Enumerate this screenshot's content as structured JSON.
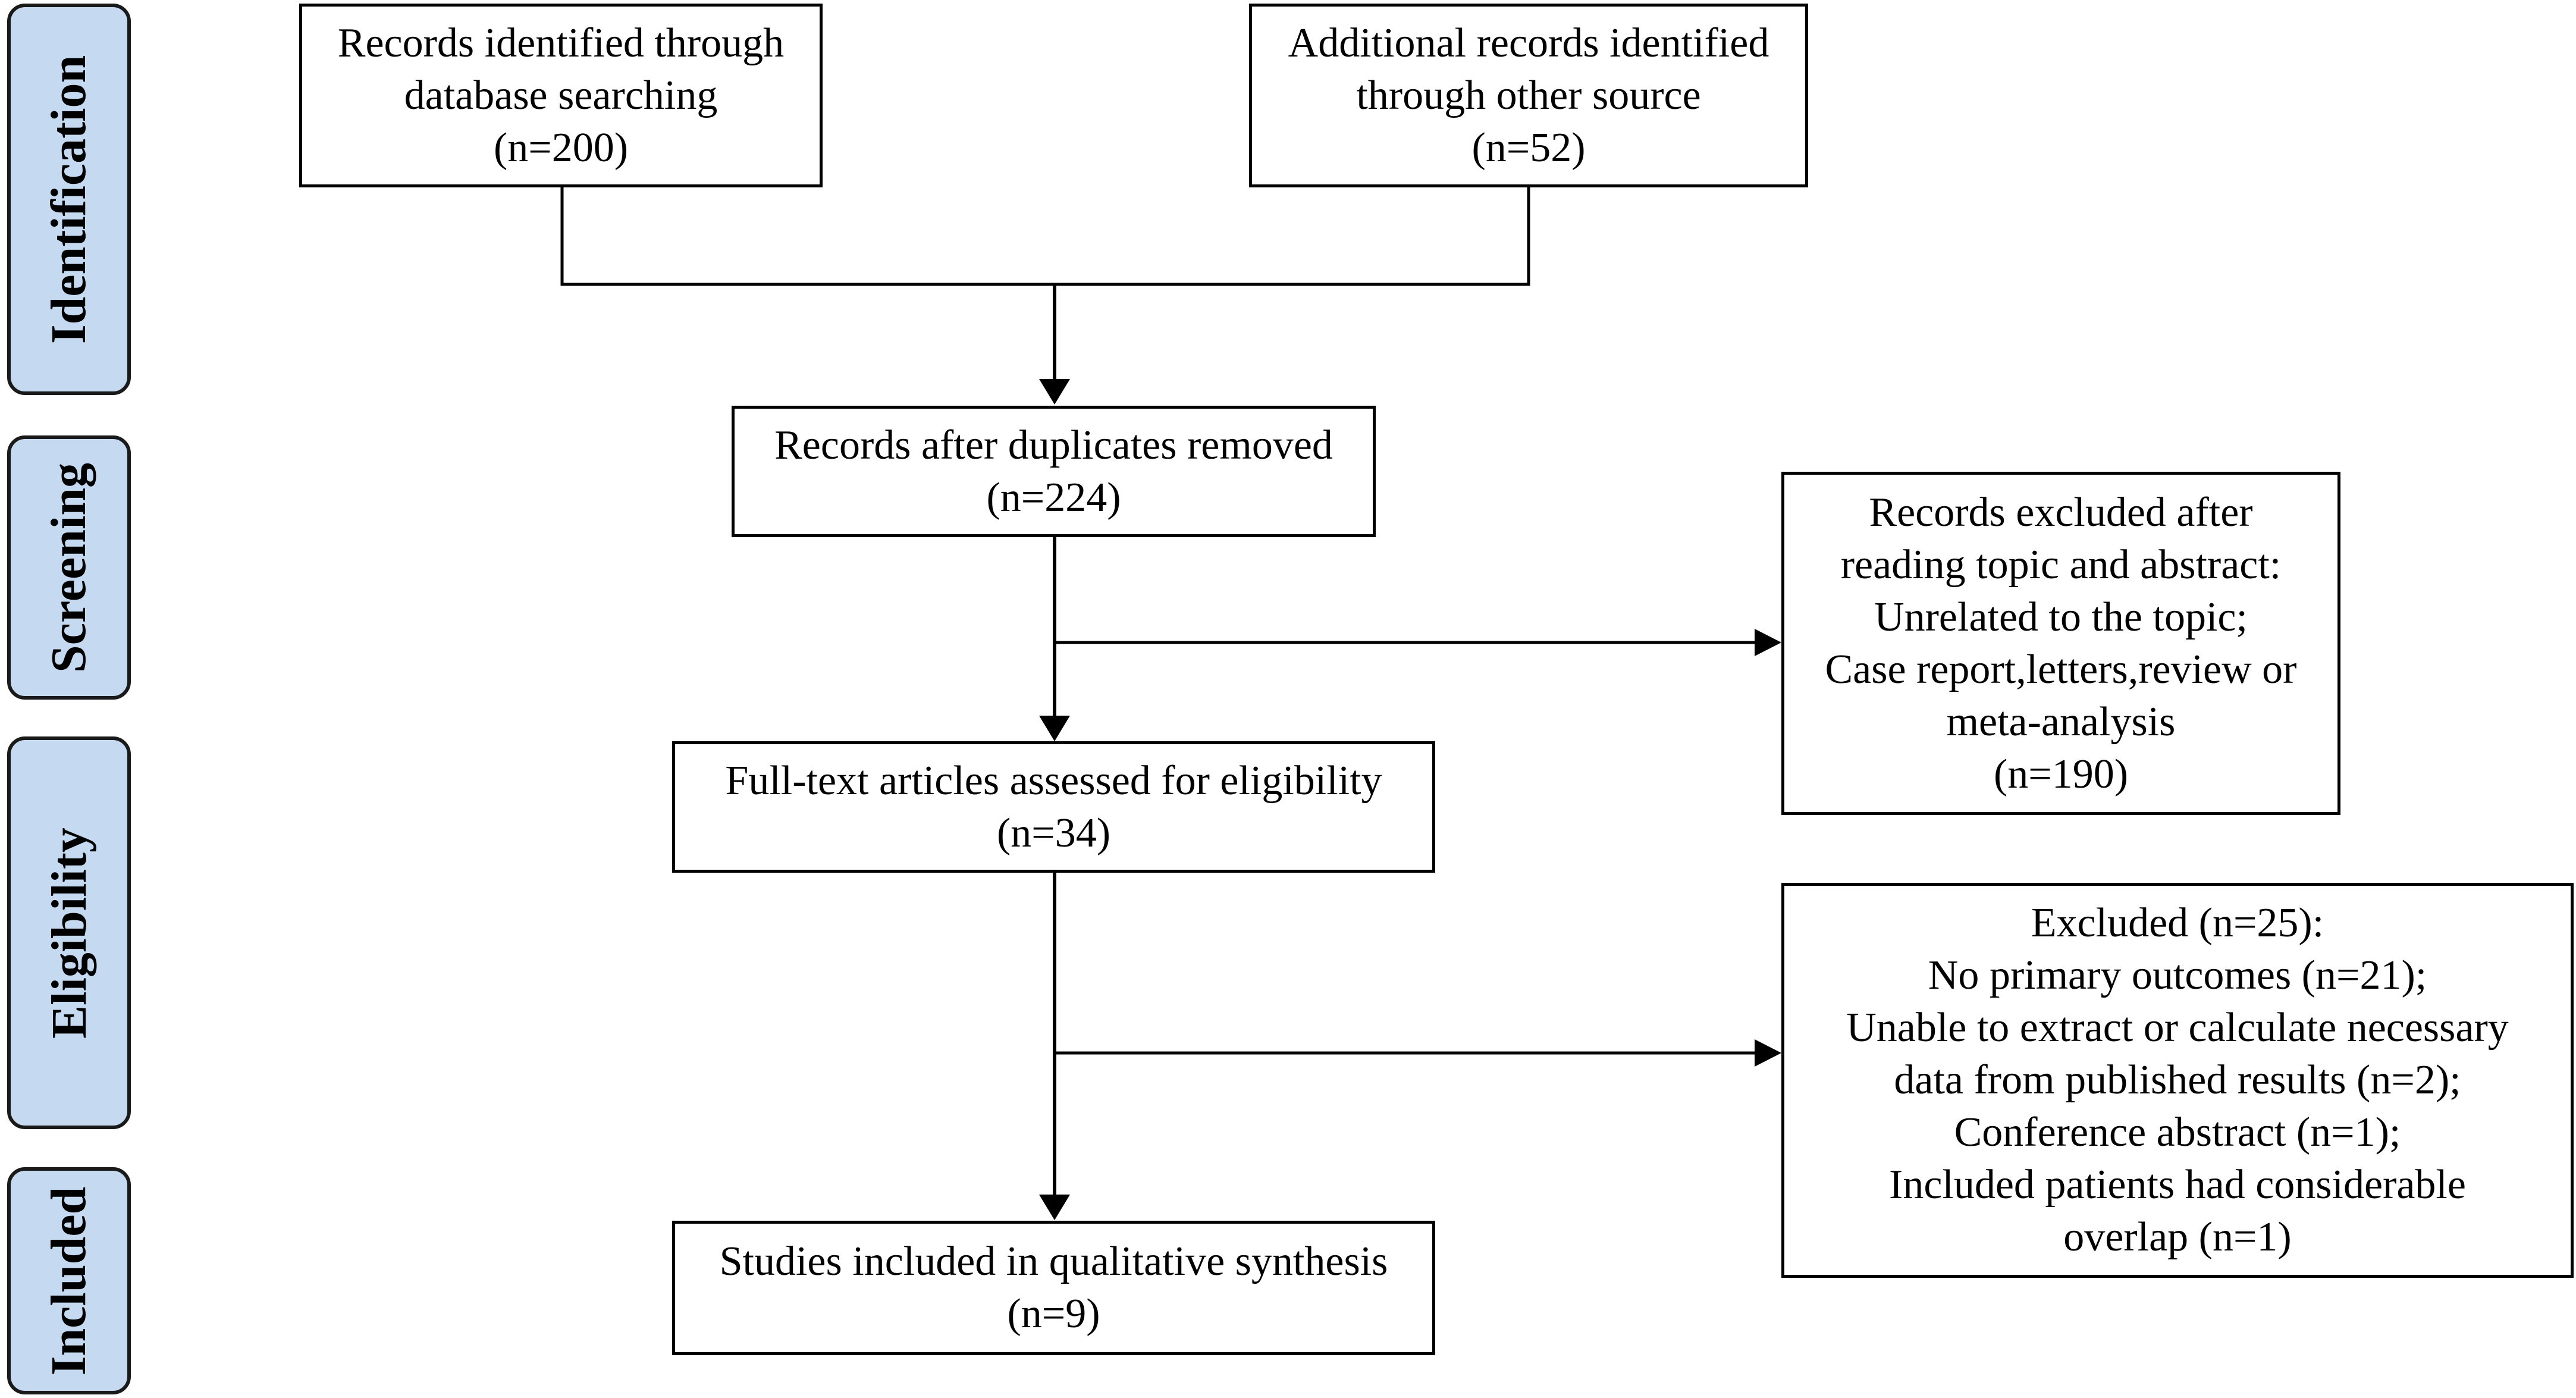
{
  "colors": {
    "stage_fill": "#c5d9f0",
    "stage_border": "#1a1a1a",
    "box_border": "#000000",
    "line": "#000000",
    "text": "#000000"
  },
  "stages": [
    {
      "id": "identification",
      "label": "Identification"
    },
    {
      "id": "screening",
      "label": "Screening"
    },
    {
      "id": "eligibility",
      "label": "Eligibility"
    },
    {
      "id": "included",
      "label": "Included"
    }
  ],
  "boxes": {
    "database": {
      "lines": [
        "Records identified through",
        "database searching",
        "(n=200)"
      ]
    },
    "other": {
      "lines": [
        "Additional records identified",
        "through other source",
        "(n=52)"
      ]
    },
    "deduplicated": {
      "lines": [
        "Records after duplicates removed",
        "(n=224)"
      ]
    },
    "excluded_screening": {
      "lines": [
        "Records excluded after",
        "reading topic and abstract:",
        "Unrelated to the topic;",
        "Case report,letters,review or",
        "meta-analysis",
        "(n=190)"
      ]
    },
    "fulltext": {
      "lines": [
        "Full-text articles assessed for eligibility",
        "(n=34)"
      ]
    },
    "excluded_eligibility": {
      "lines": [
        "Excluded (n=25):",
        "No primary outcomes (n=21);",
        "Unable to extract or calculate necessary",
        "data from published results (n=2);",
        "Conference abstract (n=1);",
        "Included patients had considerable",
        "overlap (n=1)"
      ]
    },
    "included": {
      "lines": [
        "Studies included in qualitative synthesis",
        "(n=9)"
      ]
    }
  }
}
